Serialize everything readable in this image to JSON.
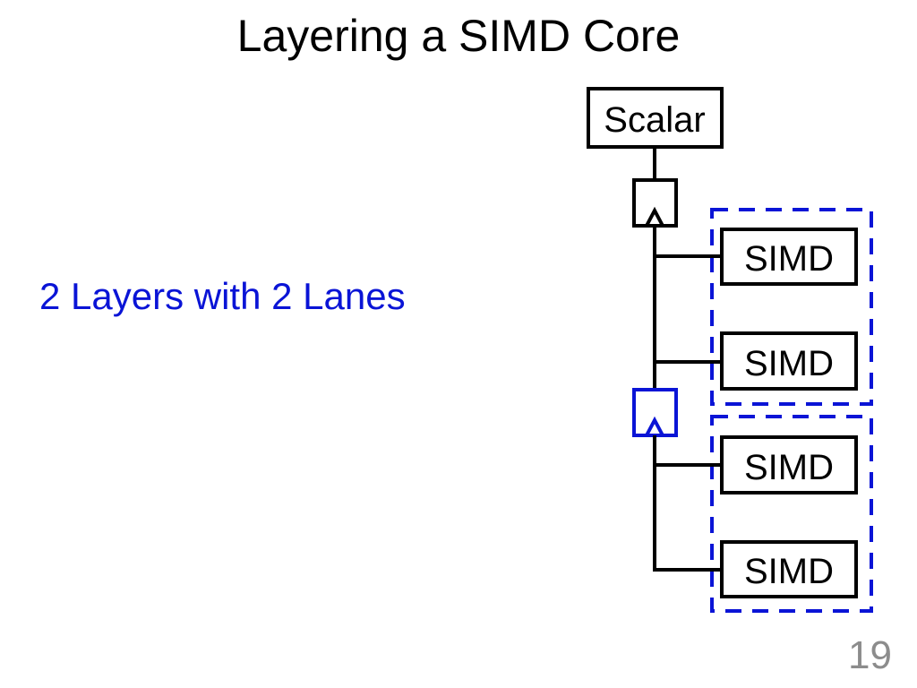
{
  "slide": {
    "title": "Layering a SIMD Core",
    "subtitle": "2 Layers with 2 Lanes",
    "page_number": "19"
  },
  "diagram": {
    "scalar_label": "Scalar",
    "simd_labels": [
      "SIMD",
      "SIMD",
      "SIMD",
      "SIMD"
    ]
  },
  "colors": {
    "accent_blue": "#0a14d6",
    "line_black": "#000000",
    "page_number_gray": "#8c8c8c"
  }
}
